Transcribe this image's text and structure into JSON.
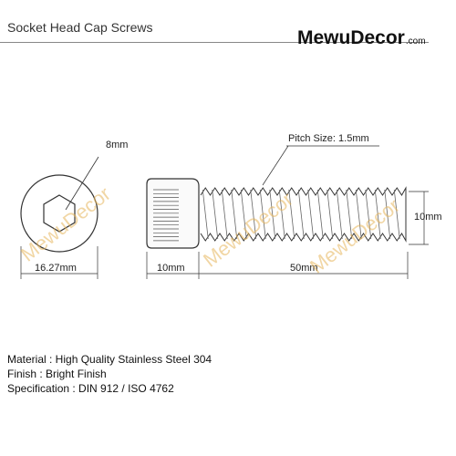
{
  "header": {
    "title": "Socket Head Cap Screws",
    "brand": "MewuDecor",
    "brand_suffix": ".com"
  },
  "watermark": "MewuDecor",
  "dimensions": {
    "hex_size": "8mm",
    "head_diameter": "16.27mm",
    "pitch": "Pitch Size: 1.5mm",
    "thread_diameter": "10mm",
    "head_length": "10mm",
    "shank_length": "50mm"
  },
  "specs": [
    "Material : High Quality Stainless Steel 304",
    "Finish : Bright Finish",
    "Specification : DIN 912 / ISO 4762"
  ],
  "colors": {
    "line": "#333333",
    "watermark": "#e6b45a"
  }
}
